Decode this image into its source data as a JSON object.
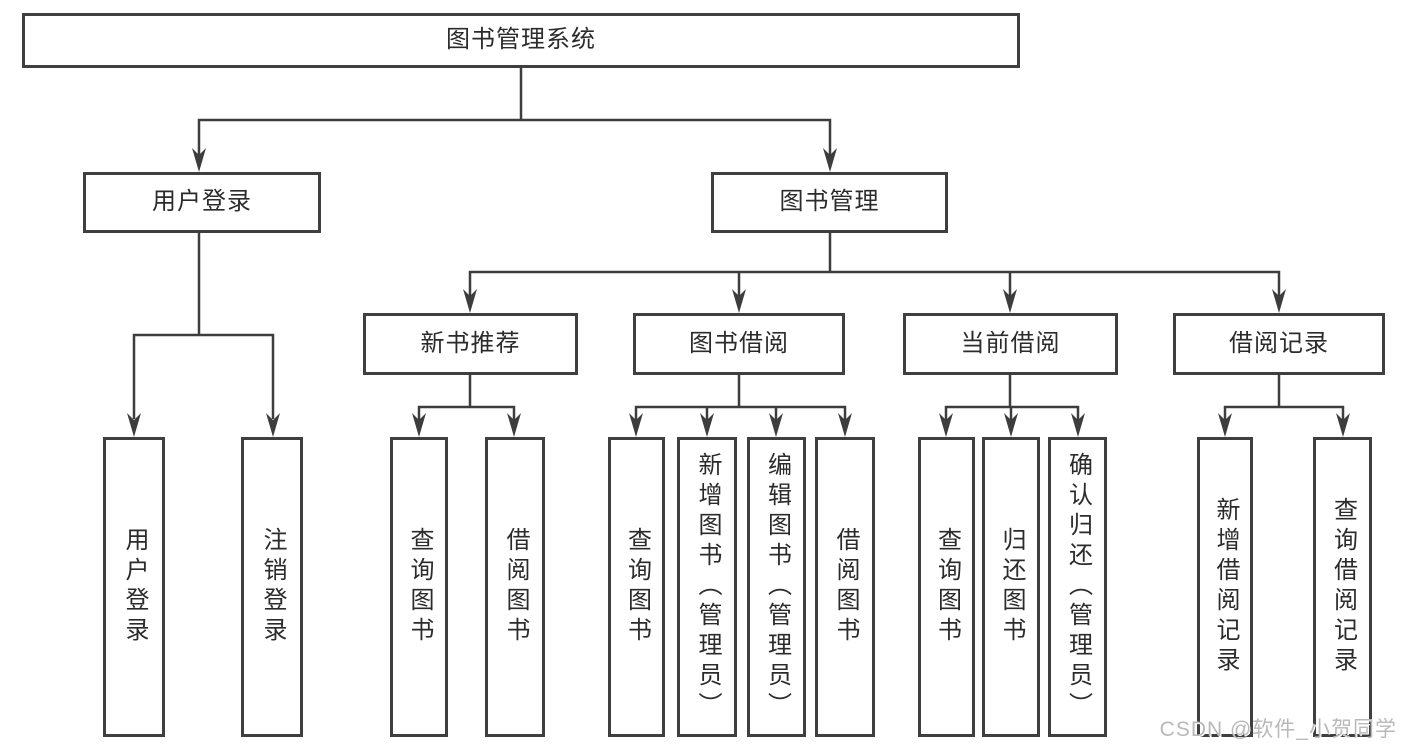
{
  "tree": {
    "root": {
      "label": "图书管理系统"
    },
    "branches": [
      {
        "label": "用户登录",
        "children": [
          {
            "label": "用户登录"
          },
          {
            "label": "注销登录"
          }
        ]
      },
      {
        "label": "图书管理",
        "children": [
          {
            "label": "新书推荐",
            "children": [
              {
                "label": "查询图书"
              },
              {
                "label": "借阅图书"
              }
            ]
          },
          {
            "label": "图书借阅",
            "children": [
              {
                "label": "查询图书"
              },
              {
                "label": "新增图书（管理员）"
              },
              {
                "label": "编辑图书（管理员）"
              },
              {
                "label": "借阅图书"
              }
            ]
          },
          {
            "label": "当前借阅",
            "children": [
              {
                "label": "查询图书"
              },
              {
                "label": "归还图书"
              },
              {
                "label": "确认归还（管理员）"
              }
            ]
          },
          {
            "label": "借阅记录",
            "children": [
              {
                "label": "新增借阅记录"
              },
              {
                "label": "查询借阅记录"
              }
            ]
          }
        ]
      }
    ]
  },
  "watermark": {
    "text": "CSDN @软件_小贺同学"
  },
  "colors": {
    "line": "#3d3d3d",
    "box_border": "#3f3f3f",
    "text": "#2b2b2b",
    "watermark": "#b9b9b9",
    "background": "#ffffff"
  }
}
